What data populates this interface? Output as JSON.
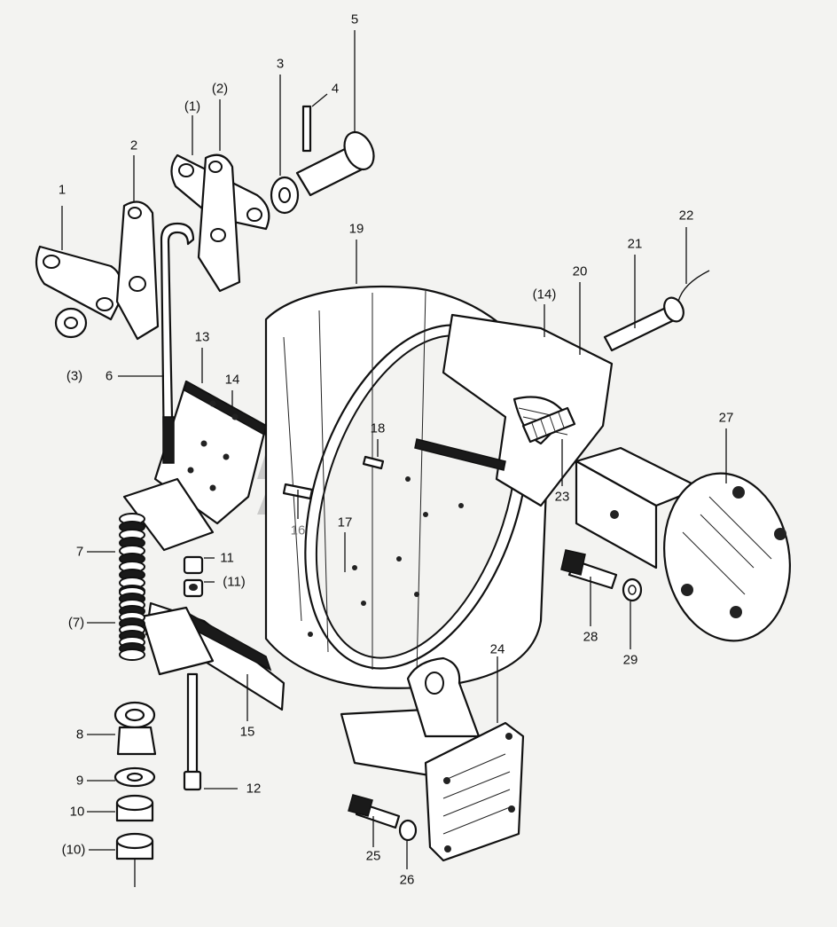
{
  "callouts": [
    {
      "id": "c1",
      "text": "1"
    },
    {
      "id": "c2",
      "text": "2"
    },
    {
      "id": "c1p",
      "text": "(1)"
    },
    {
      "id": "c2p",
      "text": "(2)"
    },
    {
      "id": "c3",
      "text": "3"
    },
    {
      "id": "c4",
      "text": "4"
    },
    {
      "id": "c5",
      "text": "5"
    },
    {
      "id": "c3p",
      "text": "(3)"
    },
    {
      "id": "c6",
      "text": "6"
    },
    {
      "id": "c13",
      "text": "13"
    },
    {
      "id": "c14",
      "text": "14"
    },
    {
      "id": "c19",
      "text": "19"
    },
    {
      "id": "c14p",
      "text": "(14)"
    },
    {
      "id": "c20",
      "text": "20"
    },
    {
      "id": "c21",
      "text": "21"
    },
    {
      "id": "c22",
      "text": "22"
    },
    {
      "id": "c18",
      "text": "18"
    },
    {
      "id": "c16",
      "text": "16"
    },
    {
      "id": "c17",
      "text": "17"
    },
    {
      "id": "c23",
      "text": "23"
    },
    {
      "id": "c27",
      "text": "27"
    },
    {
      "id": "c7",
      "text": "7"
    },
    {
      "id": "c11",
      "text": "11"
    },
    {
      "id": "c11p",
      "text": "(11)"
    },
    {
      "id": "c7p",
      "text": "(7)"
    },
    {
      "id": "c28",
      "text": "28"
    },
    {
      "id": "c29",
      "text": "29"
    },
    {
      "id": "c24",
      "text": "24"
    },
    {
      "id": "c15",
      "text": "15"
    },
    {
      "id": "c8",
      "text": "8"
    },
    {
      "id": "c9",
      "text": "9"
    },
    {
      "id": "c12",
      "text": "12"
    },
    {
      "id": "c10",
      "text": "10"
    },
    {
      "id": "c10p",
      "text": "(10)"
    },
    {
      "id": "c25",
      "text": "25"
    },
    {
      "id": "c26",
      "text": "26"
    }
  ]
}
